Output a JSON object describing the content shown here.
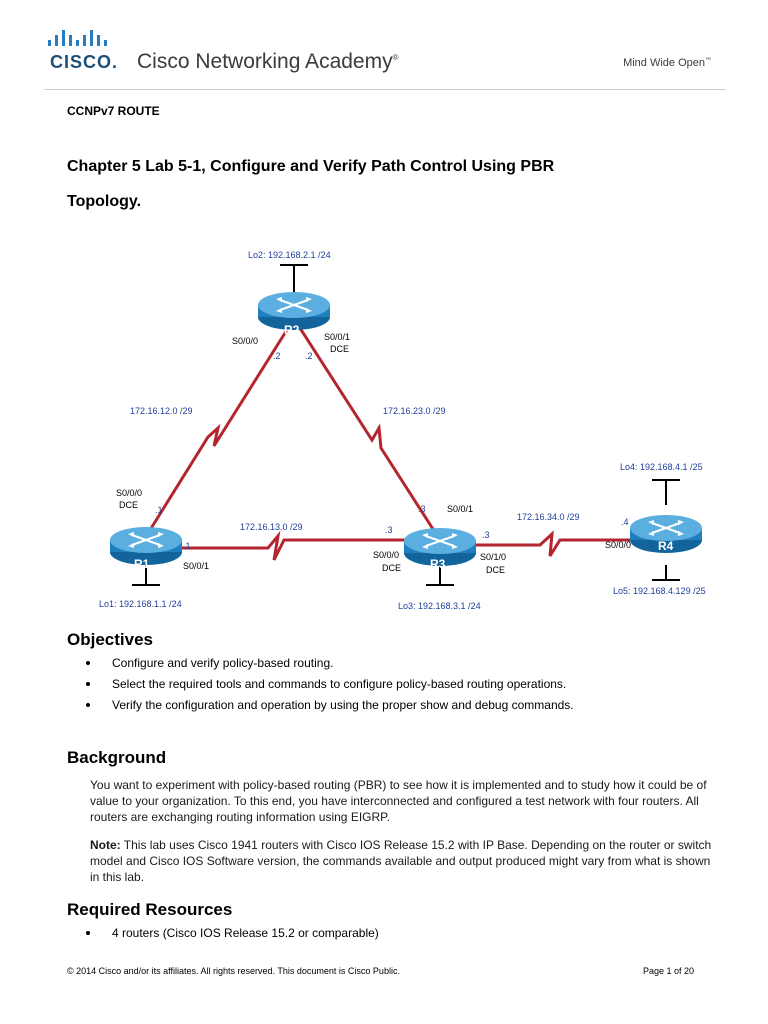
{
  "header": {
    "logo_word": "CISCO",
    "logo_dot": ".",
    "academy_title": "Cisco Networking Academy",
    "academy_reg": "®",
    "tagline": "Mind Wide Open",
    "tagline_tm": "™"
  },
  "course": "CCNPv7 ROUTE",
  "lab_title": "Chapter 5 Lab 5-1, Configure and Verify Path Control Using PBR",
  "topology_heading": "Topology.",
  "topology": {
    "routers": {
      "r1": "R1",
      "r2": "R2",
      "r3": "R3",
      "r4": "R4"
    },
    "labels": {
      "lo2": "Lo2: 192.168.2.1 /24",
      "lo1": "Lo1: 192.168.1.1 /24",
      "lo3": "Lo3: 192.168.3.1 /24",
      "lo4": "Lo4: 192.168.4.1 /25",
      "lo5": "Lo5: 192.168.4.129 /25",
      "net_r1r2": "172.16.12.0 /29",
      "net_r2r3": "172.16.23.0 /29",
      "net_r1r3": "172.16.13.0 /29",
      "net_r3r4": "172.16.34.0 /29",
      "r2_s000": "S0/0/0",
      "r2_s001": "S0/0/1",
      "r2_dce": "DCE",
      "r2_host_a": ".2",
      "r2_host_b": ".2",
      "r1_s000": "S0/0/0",
      "r1_dce": "DCE",
      "r1_host_a": ".1",
      "r1_host_b": ".1",
      "r1_s001": "S0/0/1",
      "r3_s001": "S0/0/1",
      "r3_host_a": ".3",
      "r3_host_b": ".3",
      "r3_host_c": ".3",
      "r3_s000": "S0/0/0",
      "r3_dce_a": "DCE",
      "r3_s010": "S0/1/0",
      "r3_dce_b": "DCE",
      "r4_host": ".4",
      "r4_s000": "S0/0/0"
    },
    "colors": {
      "serial_link": "#b3262f",
      "router_body": "#1f7fbf",
      "router_top": "#5aaee0"
    }
  },
  "objectives": {
    "heading": "Objectives",
    "items": [
      "Configure and verify policy-based routing.",
      "Select the required tools and commands to configure policy-based routing operations.",
      "Verify the configuration and operation by using the proper show and debug commands."
    ]
  },
  "background": {
    "heading": "Background",
    "para1": "You want to experiment with policy-based routing (PBR) to see how it is implemented and to study how it could be of value to your organization. To this end, you have interconnected and configured a test network with four routers. All routers are exchanging routing information using EIGRP.",
    "note_label": "Note:",
    "note_text": " This lab uses Cisco 1941 routers with Cisco IOS Release 15.2 with IP Base. Depending on the router or switch model and Cisco IOS Software version, the commands available and output produced might vary from what is shown in this lab."
  },
  "resources": {
    "heading": "Required Resources",
    "items": [
      "4 routers (Cisco IOS Release 15.2 or comparable)"
    ]
  },
  "footer": {
    "copyright": "© 2014 Cisco and/or its affiliates. All rights reserved. This document is Cisco Public.",
    "page": "Page 1 of 20"
  }
}
